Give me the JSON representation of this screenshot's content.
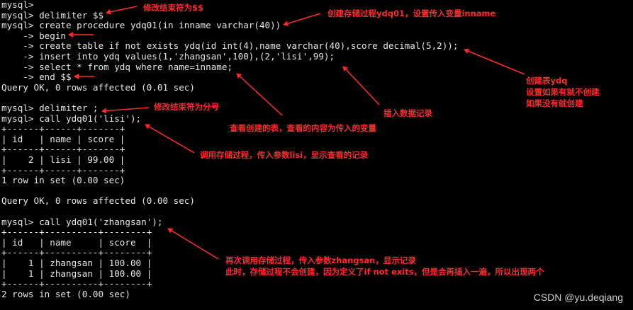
{
  "terminal_lines": [
    "mysql>",
    "mysql> delimiter $$",
    "mysql> create procedure ydq01(in inname varchar(40))",
    "    -> begin",
    "    -> create table if not exists ydq(id int(4),name varchar(40),score decimal(5,2));",
    "    -> insert into ydq values(1,'zhangsan',100),(2,'lisi',99);",
    "    -> select * from ydq where name=inname;",
    "    -> end $$",
    "Query OK, 0 rows affected (0.01 sec)",
    "",
    "mysql> delimiter ;",
    "mysql> call ydq01('lisi');",
    "+------+------+-------+",
    "| id   | name | score |",
    "+------+------+-------+",
    "|    2 | lisi | 99.00 |",
    "+------+------+-------+",
    "1 row in set (0.00 sec)",
    "",
    "Query OK, 0 rows affected (0.00 sec)",
    "",
    "mysql> call ydq01('zhangsan');",
    "+------+----------+--------+",
    "| id   | name     | score  |",
    "+------+----------+--------+",
    "|    1 | zhangsan | 100.00 |",
    "|    1 | zhangsan | 100.00 |",
    "+------+----------+--------+",
    "2 rows in set (0.00 sec)"
  ],
  "annotations": {
    "delimiter_dollar": "修改结束符为$$",
    "create_procedure": "创建存储过程ydq01，设置传入变量inname",
    "create_table_1": "创建表ydq",
    "create_table_2": "设置如果有就不创建",
    "create_table_3": "如果没有就创建",
    "delimiter_semicolon": "修改结束符为分号",
    "insert_data": "插入数据记录",
    "select_query": "查看创建的表，查看的内容为传入的变量",
    "call_lisi": "调用存储过程，传入参数lisi，显示查看的记录",
    "call_zhangsan_1": "再次调用存储过程，传入参数zhangsan，显示记录",
    "call_zhangsan_2": "此时，存储过程不会创建，因为定义了if not exits，但是会再插入一遍，所以出现两个"
  },
  "watermark": "CSDN @yu.deqiang",
  "colors": {
    "background": "#000000",
    "text": "#e6e6e6",
    "annotation": "#ff2a2a"
  }
}
